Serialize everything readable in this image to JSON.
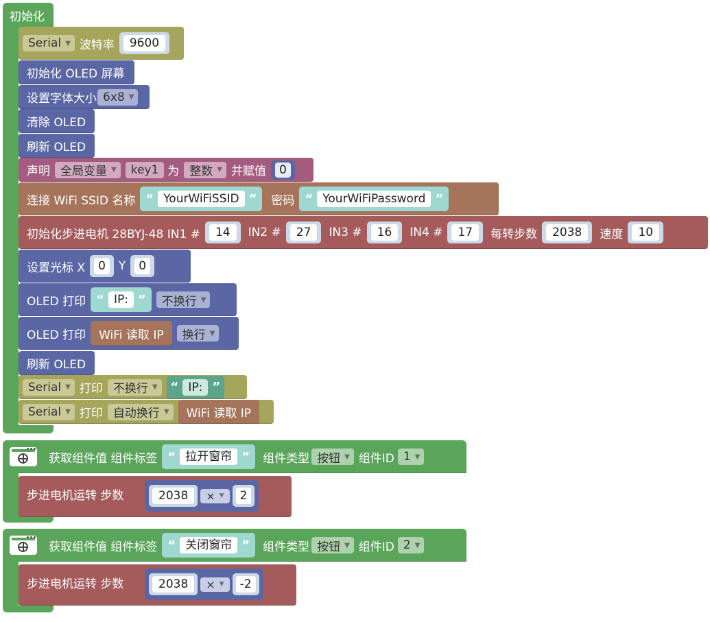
{
  "setup": {
    "hat_label": "初始化",
    "serial_baud": {
      "serial_port": "Serial",
      "label": "波特率",
      "baud": "9600"
    },
    "oled_init": "初始化 OLED 屏幕",
    "font_size": {
      "label": "设置字体大小",
      "value": "6x8"
    },
    "oled_clear": "清除 OLED",
    "oled_refresh_1": "刷新 OLED",
    "declare": {
      "label": "声明",
      "scope": "全局变量",
      "var_name": "key1",
      "as": "为",
      "type": "整数",
      "assign": "并赋值",
      "value": "0"
    },
    "wifi": {
      "label": "连接 WiFi  SSID 名称",
      "ssid": "YourWiFiSSID",
      "pwd_label": "密码",
      "password": "YourWiFiPassword"
    },
    "stepper_init": {
      "label": "初始化步进电机 28BYJ-48  IN1 #",
      "in1": "14",
      "in2_label": "IN2 #",
      "in2": "27",
      "in3_label": "IN3 #",
      "in3": "16",
      "in4_label": "IN4 #",
      "in4": "17",
      "steps_label": "每转步数",
      "steps": "2038",
      "speed_label": "速度",
      "speed": "10"
    },
    "cursor": {
      "label": "设置光标  X",
      "x": "0",
      "y_label": "Y",
      "y": "0"
    },
    "oled_print_1": {
      "label": "OLED 打印",
      "text": "IP:",
      "mode": "不换行"
    },
    "oled_print_2": {
      "label": "OLED 打印",
      "ip_block": "WiFi 读取 IP",
      "mode": "换行"
    },
    "oled_refresh_2": "刷新 OLED",
    "serial_print_1": {
      "serial_port": "Serial",
      "label": "打印",
      "mode": "不换行",
      "text": "IP:"
    },
    "serial_print_2": {
      "serial_port": "Serial",
      "label": "打印",
      "mode": "自动换行",
      "ip_block": "WiFi 读取 IP"
    }
  },
  "handler_open": {
    "label": "获取组件值  组件标签",
    "tag": "拉开窗帘",
    "type_label": "组件类型",
    "type": "按钮",
    "id_label": "组件ID",
    "id": "1",
    "step": {
      "label": "步进电机运转  步数",
      "a": "2038",
      "op": "×",
      "b": "2"
    }
  },
  "handler_close": {
    "label": "获取组件值  组件标签",
    "tag": "关闭窗帘",
    "type_label": "组件类型",
    "type": "按钮",
    "id_label": "组件ID",
    "id": "2",
    "step": {
      "label": "步进电机运转  步数",
      "a": "2038",
      "op": "×",
      "b": "-2"
    }
  },
  "colors": {
    "setup": "#5ba55b",
    "serial": "#a5a55b",
    "display": "#5b67a5",
    "variable": "#a55b80",
    "wifi": "#a5745b",
    "stepper": "#a55b5b",
    "text": "#5ba58c"
  },
  "icons": {
    "handler": "web-globe-icon"
  }
}
